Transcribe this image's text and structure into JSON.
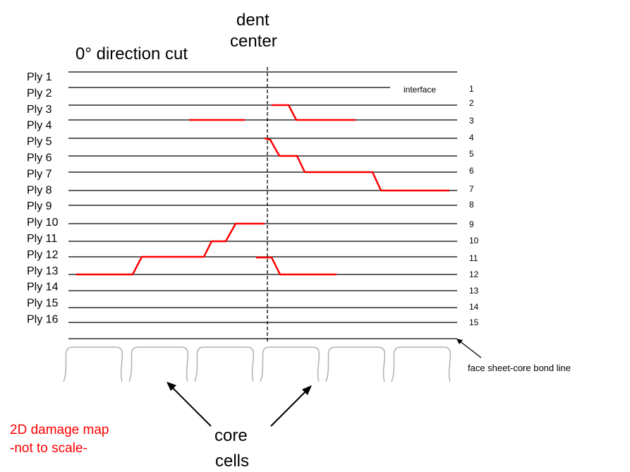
{
  "title": "0° direction cut",
  "dent_center_label": [
    "dent",
    "center"
  ],
  "ply_labels": [
    "Ply 1",
    "Ply 2",
    "Ply 3",
    "Ply 4",
    "Ply 5",
    "Ply 6",
    "Ply 7",
    "Ply 8",
    "Ply 9",
    "Ply 10",
    "Ply 11",
    "Ply 12",
    "Ply 13",
    "Ply 14",
    "Ply 15",
    "Ply 16"
  ],
  "interface_word": "interface",
  "interface_numbers": [
    "1",
    "2",
    "3",
    "4",
    "5",
    "6",
    "7",
    "8",
    "9",
    "10",
    "11",
    "12",
    "13",
    "14",
    "15"
  ],
  "bond_line_label": "face sheet-core bond  line",
  "damage_map_label": [
    "2D damage map",
    "-not to scale-"
  ],
  "core_cells_label": [
    "core",
    "cells"
  ],
  "colors": {
    "damage": "#ff0000",
    "ply_line": "#000000",
    "core_cell": "#b0b0b0"
  },
  "core_cell_count": 6,
  "damage_paths": [
    {
      "name": "damage-interface-3-left",
      "interface": 3
    },
    {
      "name": "damage-interfaces-2-3-right",
      "interface": 2
    },
    {
      "name": "damage-interfaces-4-7-right",
      "interface": 4
    },
    {
      "name": "damage-interfaces-9-12-left",
      "interface": 9
    },
    {
      "name": "damage-interfaces-11-12-right",
      "interface": 11
    }
  ]
}
